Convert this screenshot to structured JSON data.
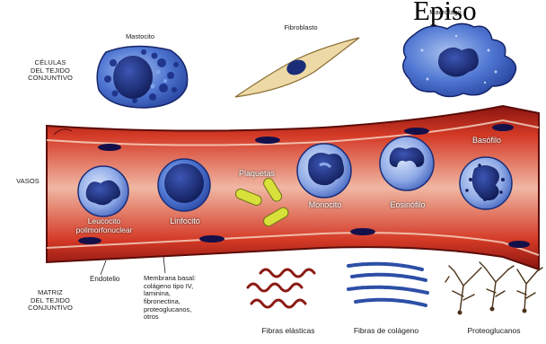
{
  "header": {
    "title_fragment": "Episo"
  },
  "sections": {
    "connective_cells": [
      "CÉLULAS",
      "DEL TEJIDO",
      "CONJUNTIVO"
    ],
    "vessels": "VASOS",
    "matrix": [
      "MATRIZ",
      "DEL TEJIDO",
      "CONJUNTIVO"
    ]
  },
  "cells_top": {
    "mastocyte": "Mastocito",
    "fibroblast": "Fibroblasto",
    "macrophage": "Macrófago"
  },
  "vessel_cells": {
    "leukocyte": [
      "Leucocito",
      "polimorfonuclear"
    ],
    "lymphocyte": "Linfocito",
    "platelets": "Plaquetas",
    "monocyte": "Monocito",
    "eosinophil": "Eosinófilo",
    "basophil": "Basófilo"
  },
  "matrix_labels": {
    "endothelium": "Endotelio",
    "basal_membrane": [
      "Membrana basal:",
      "colágeno tipo IV,",
      "laminina,",
      "fibronectina,",
      "proteoglucanos,",
      "otros"
    ],
    "elastic_fibers": "Fibras elásticas",
    "collagen_fibers": "Fibras de colágeno",
    "proteoglycans": "Proteoglucanos"
  },
  "colors": {
    "vessel_red": "#c8281e",
    "vessel_dark": "#8a1410",
    "lumen_pink": "#f2c9b8",
    "cell_blue": "#3e63c4",
    "nucleus_navy": "#1a2d78",
    "platelet_yellow": "#d8e03a",
    "fibroblast_tan": "#ecd9a6",
    "elastic_red": "#8b1a14",
    "collagen_blue": "#2d4fa6",
    "proteoglycan_brown": "#4a3218"
  }
}
